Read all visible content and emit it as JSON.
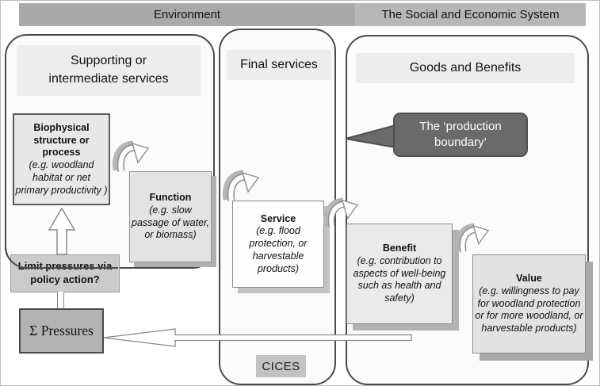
{
  "headers": {
    "environment": "Environment",
    "social_economic": "The Social and Economic System"
  },
  "panels": {
    "supporting": {
      "title": "Supporting or intermediate services"
    },
    "final": {
      "title": "Final services"
    },
    "goods": {
      "title": "Goods and Benefits"
    }
  },
  "callout": {
    "text": "The ‘production boundary’"
  },
  "cascade": {
    "biophysical": {
      "title": "Biophysical structure or process",
      "example": "(e.g. woodland habitat or net primary productivity )"
    },
    "function": {
      "title": "Function",
      "example": "(e.g. slow passage of water, or biomass)"
    },
    "service": {
      "title": "Service",
      "example": "(e.g. flood protection, or harvestable products)"
    },
    "benefit": {
      "title": "Benefit",
      "example": "(e.g. contribution to aspects of well-being such as health and safety)"
    },
    "value": {
      "title": "Value",
      "example": "(e.g. willingness to pay for woodland protection or for more woodland, or harvestable products)"
    }
  },
  "pressure": {
    "limit": "Limit pressures via policy action?",
    "sum": "Σ Pressures"
  },
  "footer": {
    "cices": "CICES"
  },
  "colors": {
    "header_environment_bg": "#a9a9a9",
    "header_social_bg": "#b7b7b7",
    "panel_border": "#4a4a4a",
    "callout_bg": "#6a6a6a",
    "pressures_bg": "#b3b3b3",
    "cices_bg": "#c2c2c2",
    "arrow_outline": "#8c8c8c"
  }
}
